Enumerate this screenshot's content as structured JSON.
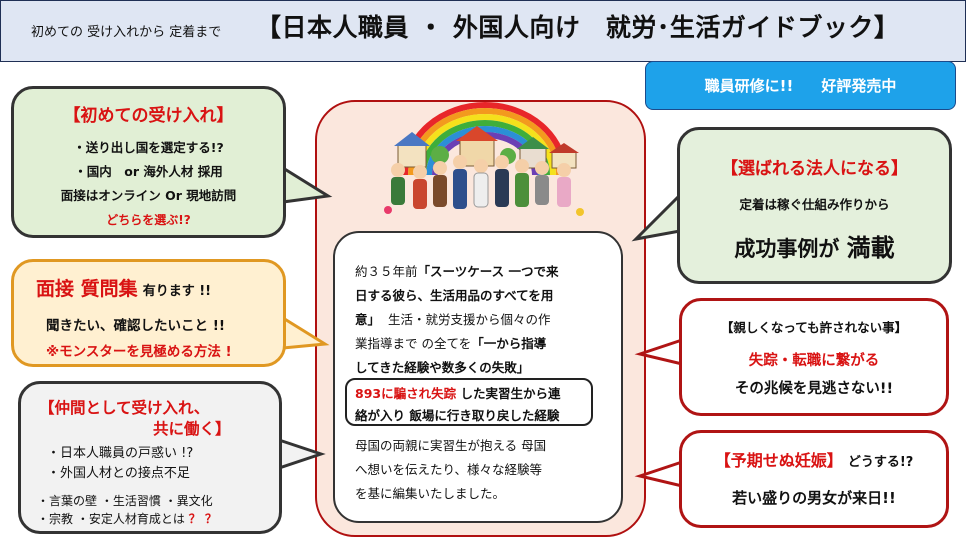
{
  "header": {
    "lead": "初めての 受け入れから 定着まで",
    "title": "【日本人職員 ・ 外国人向け　就労･生活ガイドブック】"
  },
  "promo": {
    "left": "職員研修に!!",
    "right": "好評発売中"
  },
  "green": {
    "title": "【初めての受け入れ】",
    "line1": "・送り出し国を選定する!?",
    "line2": "・国内　or 海外人材 採用",
    "line3": "面接はオンライン Or 現地訪問",
    "line4": "どちらを選ぶ!?"
  },
  "yellow": {
    "title": "面接 質問集",
    "title_suffix": "有ります !!",
    "line1": "聞きたい、確認したいこと !!",
    "line2": "※モンスターを見極める方法 !"
  },
  "gray": {
    "title1": "【仲間として受け入れ、",
    "title2": "共に働く】",
    "line1": "・日本人職員の戸惑い !?",
    "line2": "・外国人材との接点不足",
    "line3": "・言葉の壁 ・生活習慣 ・異文化",
    "line4": "・宗教 ・安定人材育成とは",
    "line4_marks": "？ ？"
  },
  "right1": {
    "title": "【選ばれる法人になる】",
    "line1": "定着は稼ぐ仕組み作りから",
    "line2_a": "成功事例が",
    "line2_b": "満載"
  },
  "right2": {
    "title": "【親しくなっても許されない事】",
    "line1": "失踪・転職に繋がる",
    "line2": "その兆候を見逃さない!!"
  },
  "right3": {
    "title": "【予期せぬ妊娠】",
    "title_suffix": "どうする!?",
    "line1": "若い盛りの男女が来日!!"
  },
  "center": {
    "p1_a": "約３５年前",
    "p1_b": "「スーツケース 一つで来",
    "p1_c": "日する彼ら、生活用品のすべてを用",
    "p1_d": "意」",
    "p1_e": "生活・就労支援から個々の作",
    "p1_f": "業指導まで の全てを",
    "p1_g": "「一から指導",
    "p1_h": "してきた経験や数多くの失敗」",
    "box_a": "893に騙され失踪",
    "box_b": "した実習生から連",
    "box_c": "絡が入り 飯場に行き取り戻した経験",
    "p2_a": "母国の両親に実習生が抱える 母国",
    "p2_b": "へ想いを伝えたり、様々な経験等",
    "p2_c": "を基に編集いたしました。"
  },
  "colors": {
    "accent_red": "#d91313",
    "promo_blue": "#1ea2ea",
    "header_bg": "#dfe6f3"
  }
}
